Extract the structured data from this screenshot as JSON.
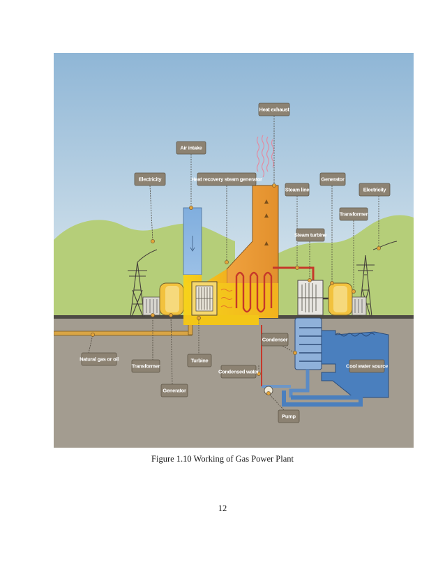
{
  "figure": {
    "labels": {
      "heat_exhaust": "Heat exhaust",
      "air_intake": "Air intake",
      "electricity_left": "Electricity",
      "hrsg": "Heat recovery steam generator",
      "steam_line": "Steam line",
      "generator_top": "Generator",
      "electricity_right": "Electricity",
      "transformer_right": "Transformer",
      "steam_turbine": "Steam turbine",
      "condenser": "Condenser",
      "natural_gas": "Natural gas or oil",
      "transformer_left": "Transformer",
      "turbine": "Turbine",
      "condensed_water": "Condensed water",
      "cool_water": "Cool water source",
      "generator_bottom": "Generator",
      "pump": "Pump"
    },
    "colors": {
      "sky": "#a9c8e0",
      "hills": "#b6cf7a",
      "ground": "#a59e92",
      "hrsg": "#e9a33b",
      "hot": "#f3c618",
      "water": "#4a7fbe",
      "air": "#7ba7d6"
    }
  },
  "caption": "Figure 1.10 Working of Gas Power Plant",
  "page_number": "12"
}
